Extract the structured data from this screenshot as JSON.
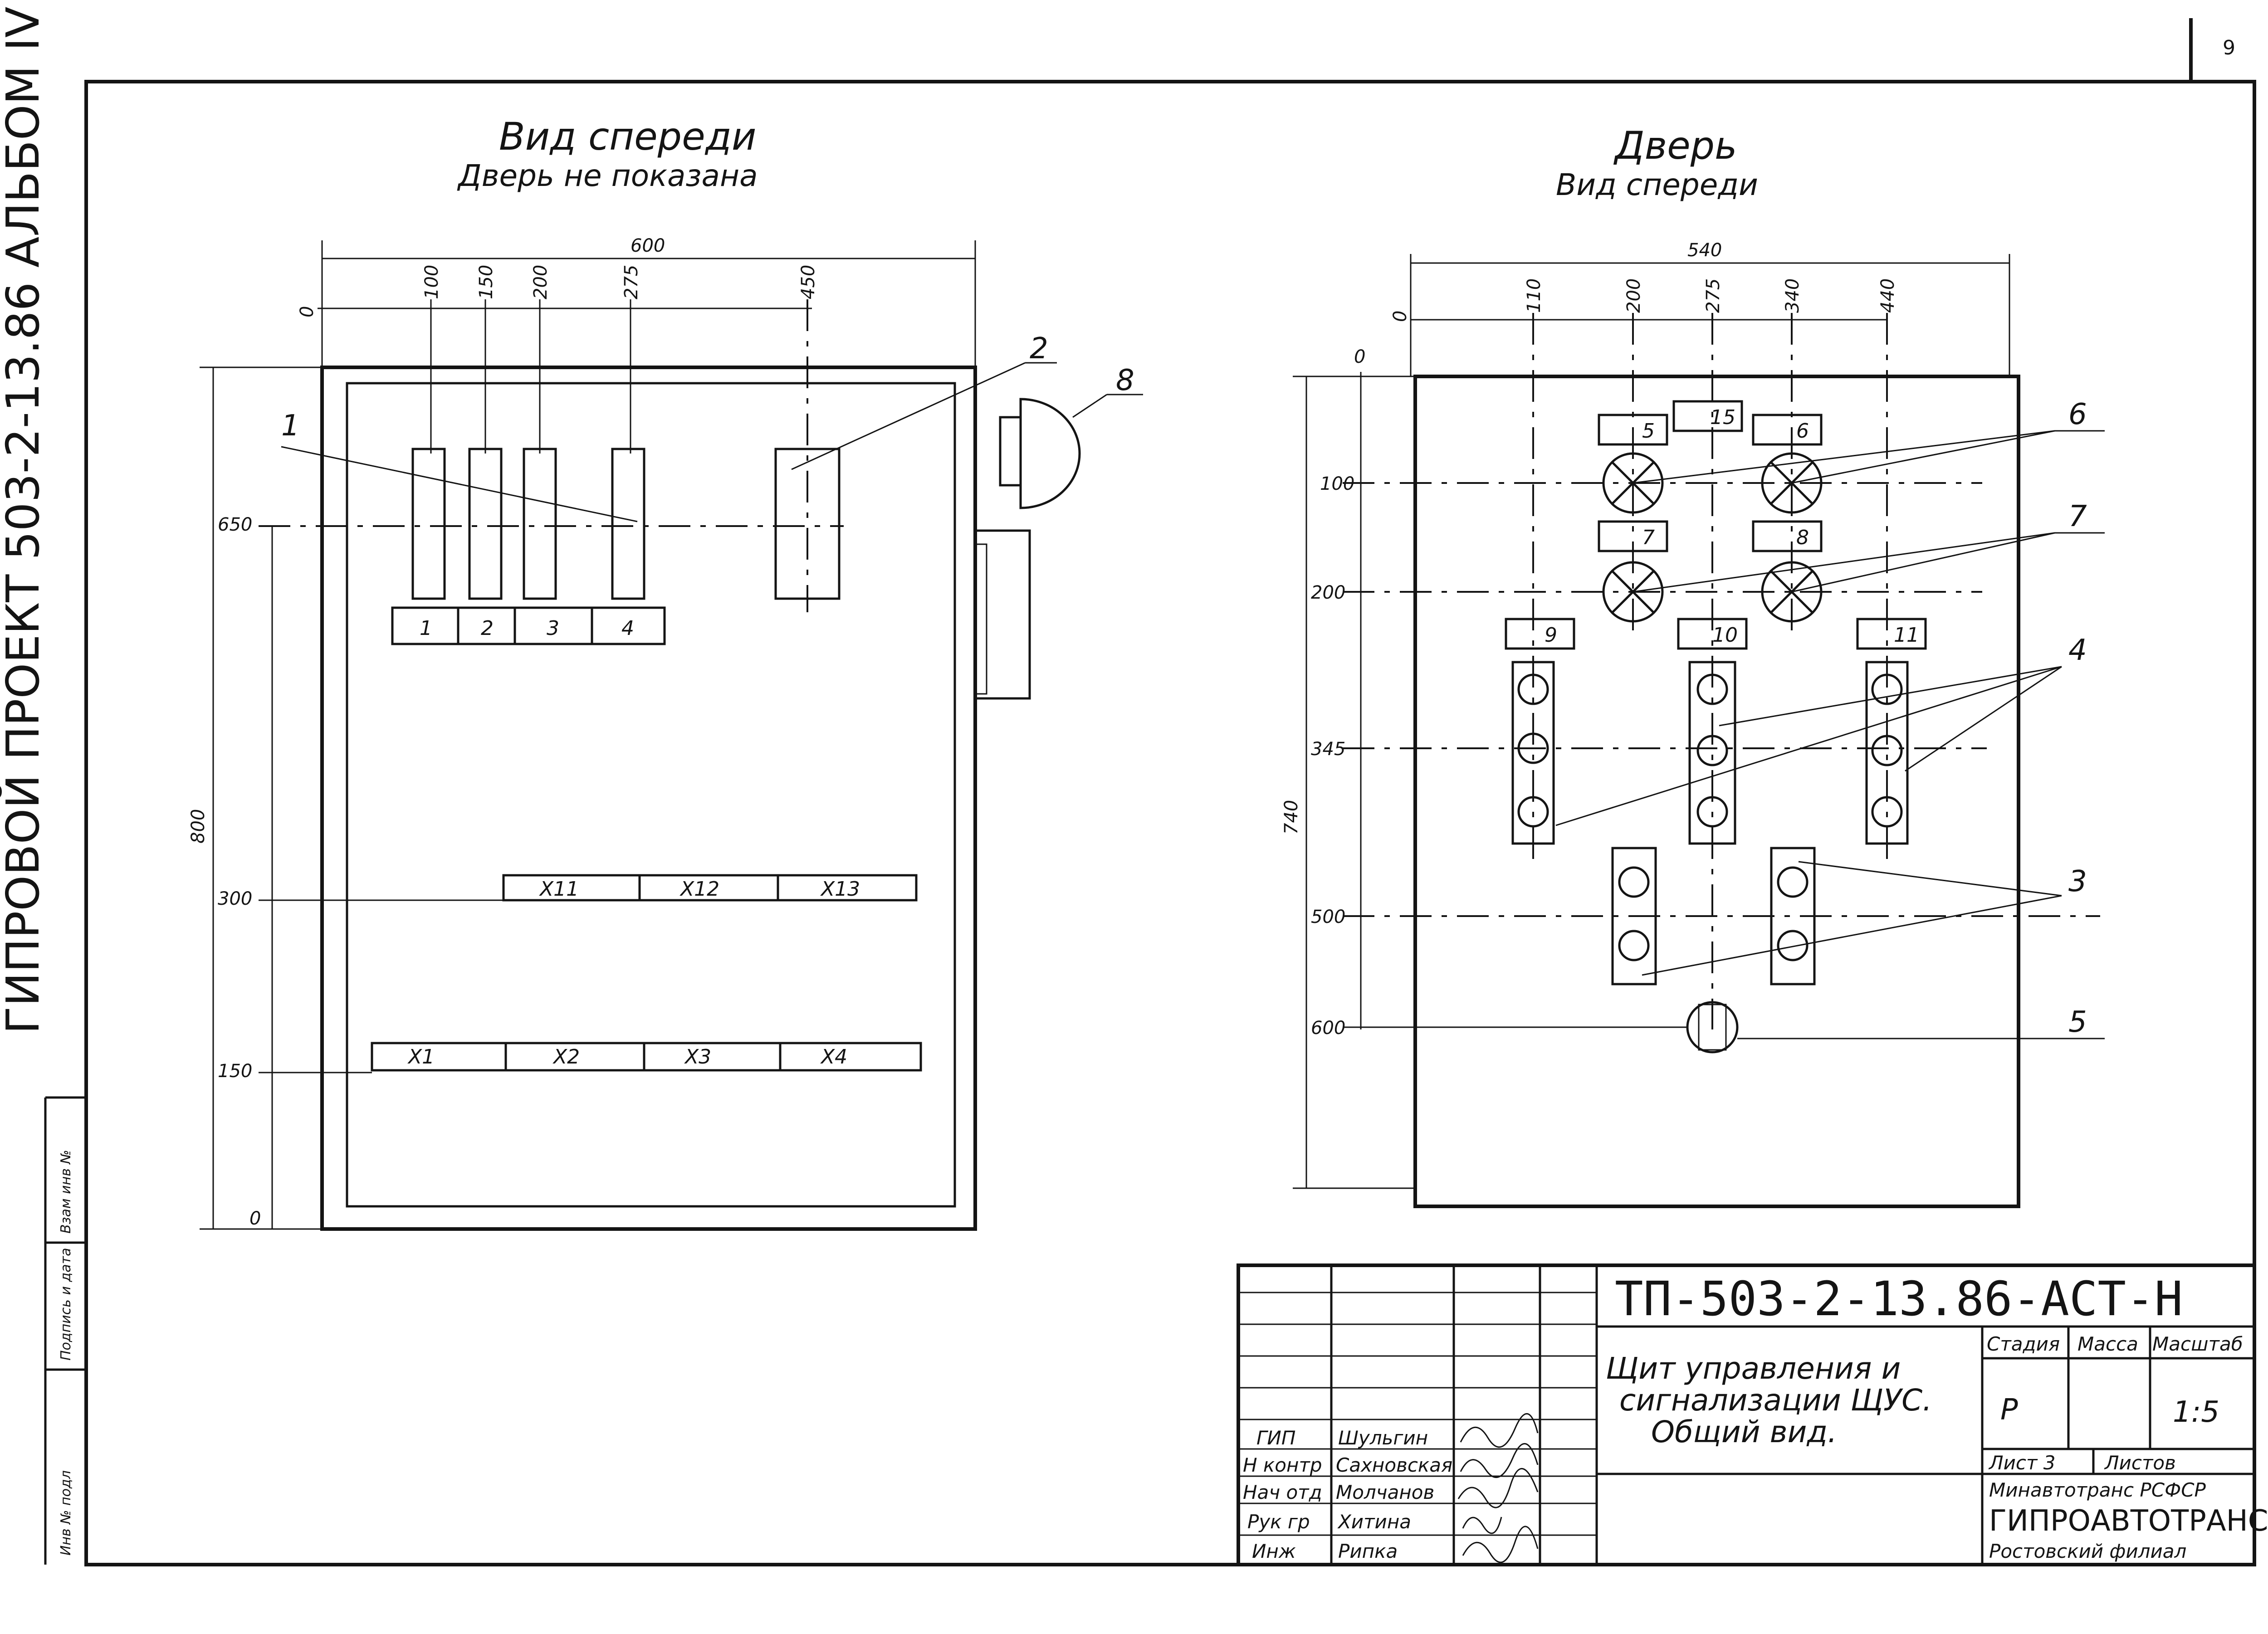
{
  "page_number": "9",
  "side_margin": {
    "series_text": "ГИПРОВОЙ ПРОЕКТ 503-2-13.86 АЛЬБОМ IV",
    "cells": [
      "Инв № подл",
      "Подпись и дата",
      "Взам инв №"
    ]
  },
  "front_view": {
    "title": "Вид спереди",
    "subtitle": "Дверь не показана",
    "dims_top": {
      "overall": "600",
      "origin": "0",
      "marks": [
        "100",
        "150",
        "200",
        "275",
        "450"
      ]
    },
    "dims_left": {
      "overall": "800",
      "marks": [
        "650",
        "300",
        "150",
        "0"
      ]
    },
    "device_labels": [
      "1",
      "2",
      "3",
      "4"
    ],
    "terminals_upper": [
      "X11",
      "X12",
      "X13"
    ],
    "terminals_lower": [
      "X1",
      "X2",
      "X3",
      "X4"
    ],
    "callouts": [
      "1",
      "2",
      "8"
    ]
  },
  "door_view": {
    "title": "Дверь",
    "subtitle": "Вид спереди",
    "dims_top": {
      "overall": "540",
      "origin": "0",
      "marks": [
        "110",
        "200",
        "275",
        "340",
        "440"
      ]
    },
    "dims_left": {
      "overall": "740",
      "origin": "0",
      "marks": [
        "100",
        "200",
        "345",
        "500",
        "600"
      ]
    },
    "tags": [
      "5",
      "15",
      "6",
      "7",
      "8",
      "9",
      "10",
      "11"
    ],
    "callouts": [
      "6",
      "7",
      "4",
      "3",
      "5"
    ]
  },
  "title_block": {
    "code": "ТП-503-2-13.86-АСТ-Н",
    "description": [
      "Щит управления и",
      "сигнализации ЩУС.",
      "Общий вид."
    ],
    "headers": {
      "stage": "Стадия",
      "mass": "Масса",
      "scale": "Масштаб"
    },
    "stage": "Р",
    "scale": "1:5",
    "sheet": "Лист 3",
    "sheets": "Листов",
    "org_top": "Минавтотранс РСФСР",
    "org_main": "ГИПРОАВТОТРАНС",
    "org_branch": "Ростовский филиал",
    "signatures": [
      {
        "role": "ГИП",
        "name": "Шульгин"
      },
      {
        "role": "Н контр",
        "name": "Сахновская"
      },
      {
        "role": "Нач отд",
        "name": "Молчанов"
      },
      {
        "role": "Рук гр",
        "name": "Хитина"
      },
      {
        "role": "Инж",
        "name": "Рипка"
      }
    ]
  }
}
